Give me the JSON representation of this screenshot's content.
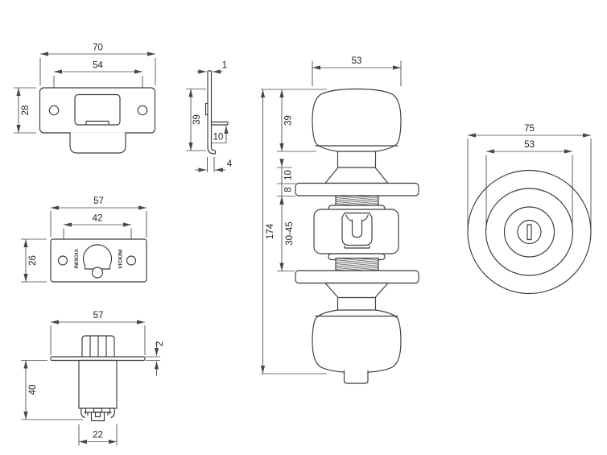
{
  "line_color": "#3b3b3b",
  "views": {
    "strike_plate_front": {
      "dims": {
        "overall_width": "70",
        "hole_spacing": "54",
        "plate_height": "28"
      }
    },
    "strike_plate_side": {
      "dims": {
        "thickness": "1",
        "overall_height": "39",
        "lip_depth": "10",
        "bend_offset": "4"
      }
    },
    "latch_faceplate_front": {
      "brand_left": "VICKINI",
      "brand_right": "VICKINI",
      "dims": {
        "overall_width": "57",
        "hole_spacing": "42",
        "plate_height": "26"
      }
    },
    "latch_body_side": {
      "dims": {
        "faceplate_width": "57",
        "faceplate_thickness": "2",
        "body_length": "40",
        "tail_width": "22"
      }
    },
    "knob_assembly_side": {
      "dims": {
        "knob_diameter": "53",
        "knob_depth": "39",
        "shank_length": "10",
        "rose_thickness": "8",
        "door_thickness_range": "30-45",
        "overall_length": "174"
      }
    },
    "knob_front": {
      "dims": {
        "rose_diameter": "75",
        "knob_diameter": "53"
      }
    }
  }
}
